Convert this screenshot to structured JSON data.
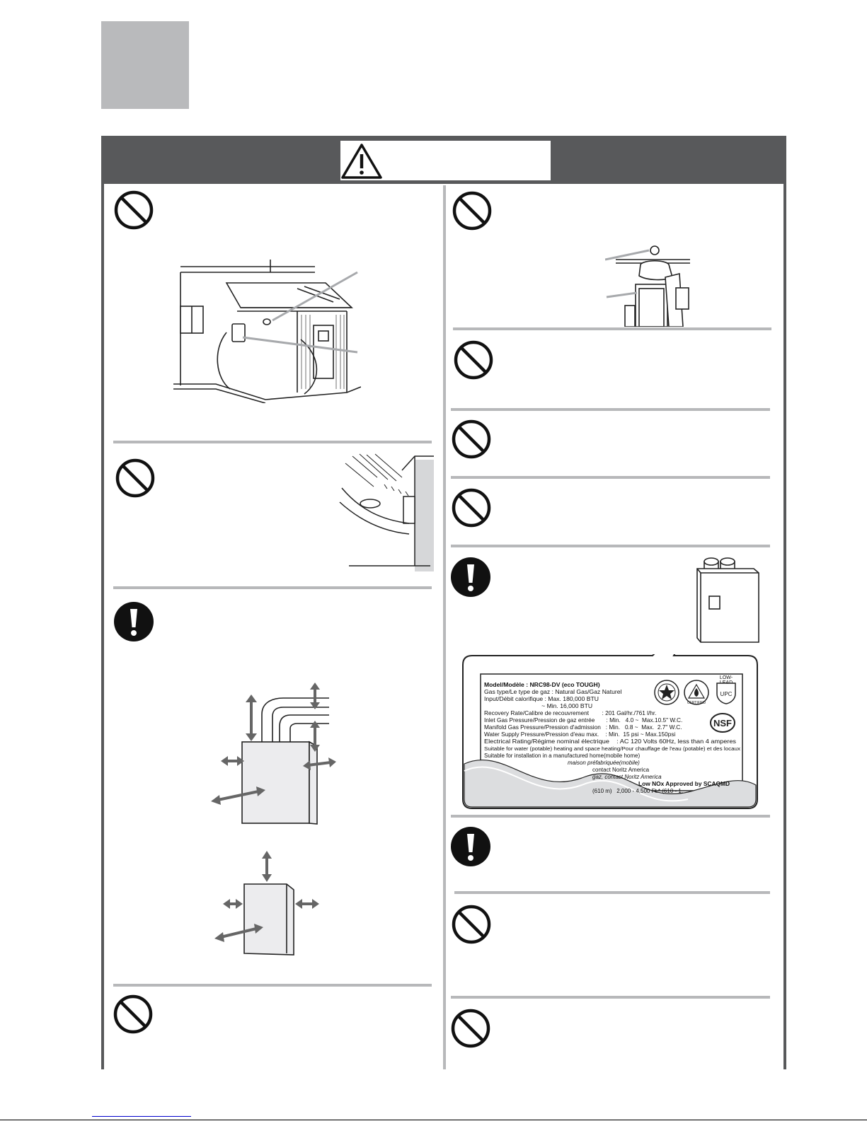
{
  "label": {
    "lines": [
      {
        "text": "Model/Modèle   : NRC98-DV (eco TOUGH)",
        "bold": true
      },
      {
        "text": "Gas type/Le type de gaz   : Natural Gas/Gaz Naturel",
        "bold": false
      },
      {
        "text": "Input/Débit calorifique : Max. 180,000 BTU",
        "bold": false
      },
      {
        "text": "                                  ~ Min. 16,000 BTU",
        "bold": false
      },
      {
        "text": "Recovery Rate/Calibre de recouvrement        : 201 Gal/hr./761 l/hr.",
        "bold": false
      },
      {
        "text": "Inlet Gas Pressure/Pression de gaz entrée       : Min.   4.0 ~  Max.10.5\" W.C.",
        "bold": false
      },
      {
        "text": "Manifold Gas Pressure/Pression d'admission   : Min.   0.8 ~  Max.  2.7\" W.C.",
        "bold": false
      },
      {
        "text": "Water Supply Pressure/Pression d'eau max.    : Min.  15 psi ~ Max.150psi",
        "bold": false
      },
      {
        "text": "Electrical Rating/Régime nominal électrique    : AC 120 Volts 60Hz, less than 4 amperes",
        "bold": false
      },
      {
        "text": "Suitable for water (potable) heating and space heating/Pour chauffage de l'eau (potable) et des locaux",
        "bold": false
      },
      {
        "text": "Suitable for installation in a manufactured home(mobile home)",
        "bold": false
      },
      {
        "text": "maison préfabriquée(mobile)",
        "bold": false
      },
      {
        "text": "contact Noritz America",
        "bold": false
      },
      {
        "text": "gaz, contact Noritz America",
        "bold": false
      },
      {
        "text": "Low NOx Approved by SCAQMD",
        "bold": true
      },
      {
        "text": "(610 m)   2,000 - 4,500 Ft.* (610 - 1,",
        "bold": false
      }
    ],
    "badges": {
      "lowlead": "LOW-LEAD",
      "upc": "UPC",
      "nsf": "NSF",
      "csa": "CERTIFIED"
    }
  }
}
